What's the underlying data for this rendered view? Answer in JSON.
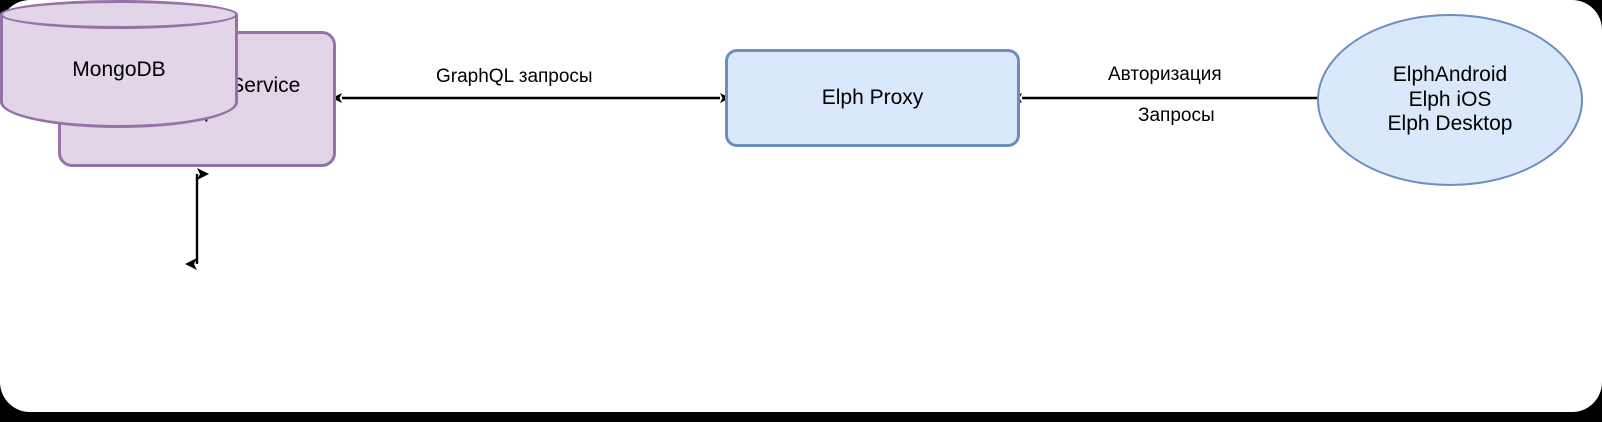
{
  "diagram": {
    "type": "architecture-flow",
    "background_color": "#000000",
    "canvas_color": "#ffffff",
    "palette": {
      "purple_fill": "#e1d5e7",
      "purple_stroke": "#9673a6",
      "blue_fill": "#dae8fc",
      "blue_stroke": "#6c8ebf",
      "edge_color": "#000000",
      "text_color": "#000000"
    },
    "nodes": {
      "address_book": {
        "label_line1": "Address Book Service",
        "label_line2": "App",
        "shape": "rounded-rectangle",
        "fill": "#e1d5e7",
        "stroke": "#9673a6"
      },
      "mongodb": {
        "label": "MongoDB",
        "shape": "cylinder",
        "fill": "#e1d5e7",
        "stroke": "#9673a6"
      },
      "elph_proxy": {
        "label": "Elph Proxy",
        "shape": "rounded-rectangle",
        "fill": "#dae8fc",
        "stroke": "#6c8ebf"
      },
      "clients": {
        "label_line1": "ElphAndroid",
        "label_line2": "Elph iOS",
        "label_line3": "Elph Desktop",
        "shape": "ellipse",
        "fill": "#dae8fc",
        "stroke": "#6c8ebf"
      }
    },
    "edges": {
      "graphql": {
        "label": "GraphQL запросы",
        "from": "address_book",
        "to": "elph_proxy",
        "direction": "bidirectional"
      },
      "auth": {
        "label_top": "Авторизация",
        "label_bottom": "Запросы",
        "from": "elph_proxy",
        "to": "clients",
        "direction": "bidirectional"
      },
      "database": {
        "label": "",
        "from": "address_book",
        "to": "mongodb",
        "direction": "bidirectional"
      }
    }
  }
}
